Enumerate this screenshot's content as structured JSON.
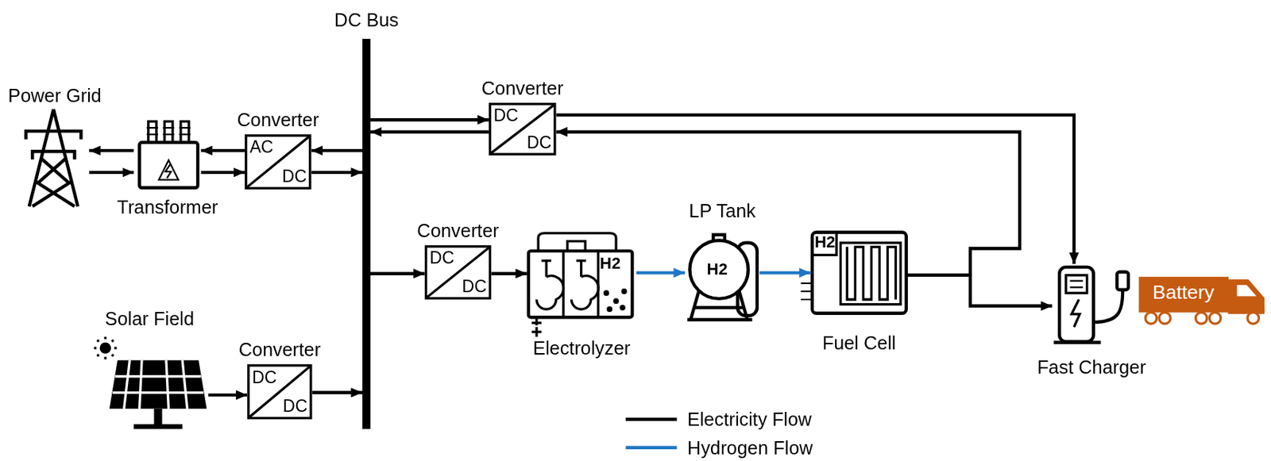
{
  "diagram": {
    "nodes": [
      {
        "text": [
          "DC Bus"
        ]
      },
      {
        "text": [
          "Power Grid"
        ]
      },
      {
        "text": [
          "Transformer"
        ]
      },
      {
        "text": [
          "Converter",
          "AC",
          "DC"
        ]
      },
      {
        "text": [
          "Converter",
          "DC",
          "DC"
        ]
      },
      {
        "text": [
          "Converter",
          "DC",
          "DC"
        ]
      },
      {
        "text": [
          "Electrolyzer",
          "H2"
        ]
      },
      {
        "text": [
          "LP Tank",
          "H2"
        ]
      },
      {
        "text": [
          "Fuel Cell",
          "H2"
        ]
      },
      {
        "text": [
          "Fast Charger"
        ]
      },
      {
        "text": [
          "Battery"
        ]
      },
      {
        "text": [
          "Solar Field"
        ]
      },
      {
        "text": [
          "Converter",
          "DC",
          "DC"
        ]
      }
    ],
    "edges": [
      {
        "from": 2,
        "to": 1,
        "arrow": "to"
      },
      {
        "from": 1,
        "to": 2,
        "arrow": "to"
      },
      {
        "from": 3,
        "to": 2,
        "arrow": "to"
      },
      {
        "from": 2,
        "to": 3,
        "arrow": "to"
      },
      {
        "from": 0,
        "to": 3,
        "arrow": "to"
      },
      {
        "from": 3,
        "to": 0,
        "arrow": "to"
      },
      {
        "from": 0,
        "to": 4,
        "arrow": "to"
      },
      {
        "from": 4,
        "to": 0,
        "arrow": "to"
      },
      {
        "from": 4,
        "to": 9,
        "arrow": "to"
      },
      {
        "from": 8,
        "to": 4,
        "arrow": "to"
      },
      {
        "from": 8,
        "to": 9,
        "arrow": "to"
      },
      {
        "from": 0,
        "to": 5,
        "arrow": "to"
      },
      {
        "from": 5,
        "to": 6,
        "arrow": "to"
      },
      {
        "from": 6,
        "to": 7,
        "arrow": "to"
      },
      {
        "from": 7,
        "to": 8,
        "arrow": "to"
      },
      {
        "from": 11,
        "to": 12,
        "arrow": "to"
      },
      {
        "from": 12,
        "to": 0,
        "arrow": "to"
      }
    ],
    "legend": [
      {
        "text": "Electricity Flow"
      },
      {
        "text": "Hydrogen Flow"
      }
    ]
  }
}
